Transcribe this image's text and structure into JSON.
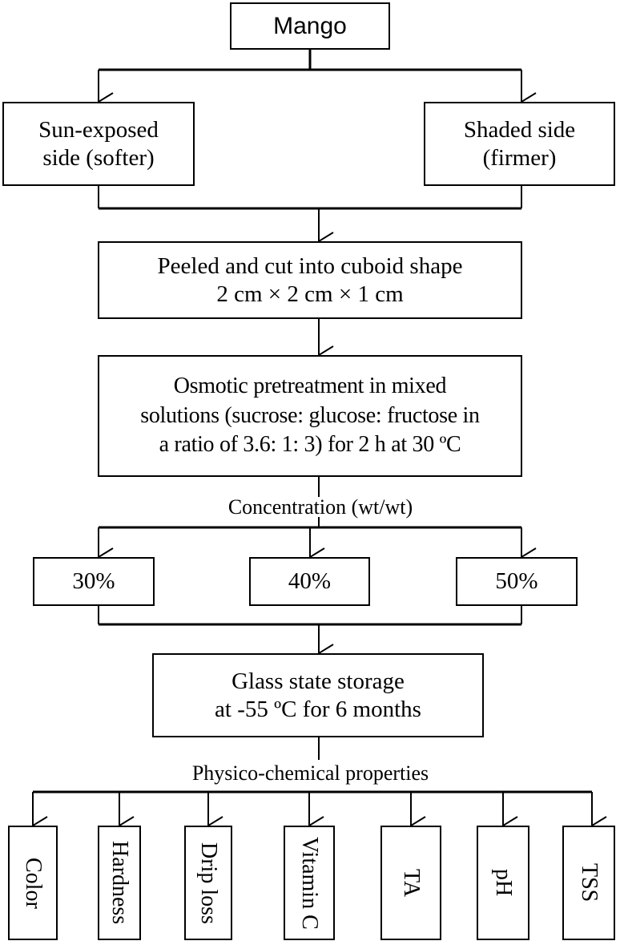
{
  "mango": "Mango",
  "sides": {
    "sun": [
      "Sun-exposed",
      "side (softer)"
    ],
    "shaded": [
      "Shaded side",
      "(firmer)"
    ]
  },
  "peel": [
    "Peeled and cut into cuboid shape",
    "2 cm × 2 cm × 1 cm"
  ],
  "osmotic": [
    "Osmotic pretreatment in mixed",
    "solutions (sucrose: glucose: fructose in",
    "a ratio of 3.6: 1: 3) for 2 h at 30 ºC"
  ],
  "concentration_label": "Concentration (wt/wt)",
  "concentrations": [
    "30%",
    "40%",
    "50%"
  ],
  "storage": [
    "Glass state storage",
    "at -55 ºC for 6 months"
  ],
  "properties_label": "Physico-chemical properties",
  "properties": [
    "Color",
    "Hardness",
    "Drip loss",
    "Vitamin C",
    "TA",
    "pH",
    "TSS"
  ]
}
